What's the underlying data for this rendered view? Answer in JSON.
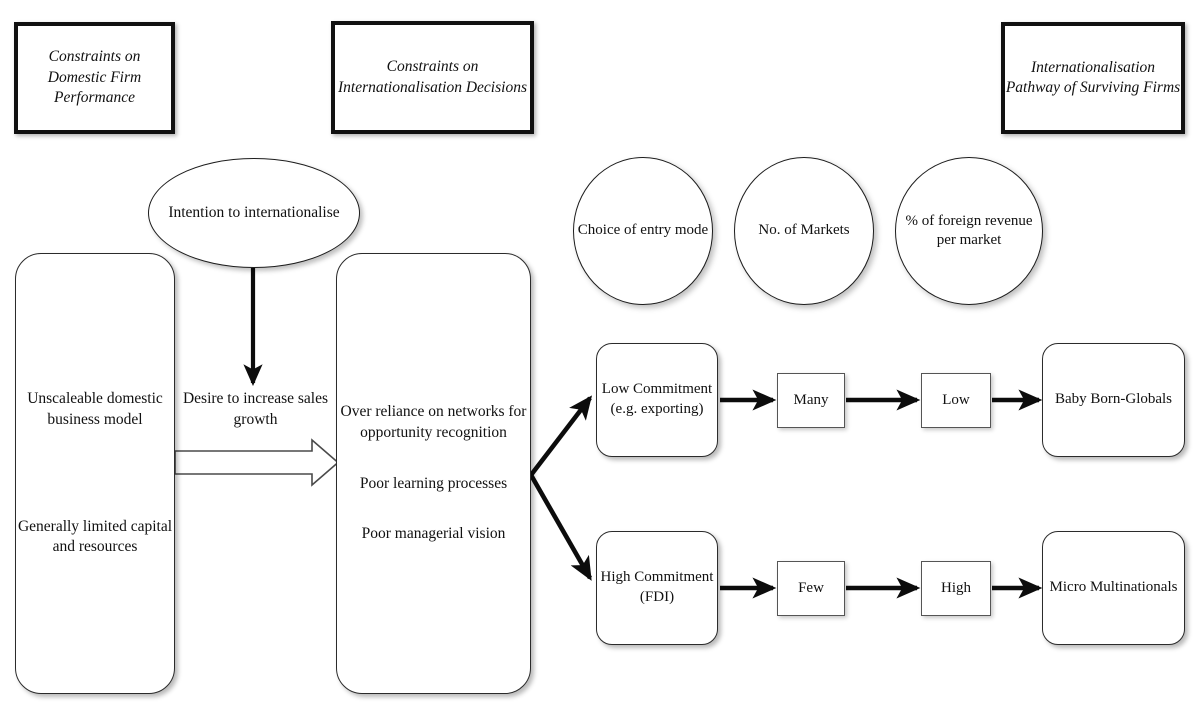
{
  "diagram": {
    "title_banners": [
      {
        "id": "constraints-domestic",
        "label": "Constraints on Domestic Firm Performance"
      },
      {
        "id": "constraints-intl",
        "label": "Constraints on Internationalisation Decisions"
      },
      {
        "id": "intl-pathway",
        "label": "Internationalisation Pathway of Surviving Firms"
      }
    ],
    "ellipse": {
      "label": "Intention to internationalise"
    },
    "domestic_constraints": {
      "items": [
        "Unscaleable domestic business model",
        "Generally limited capital and resources"
      ]
    },
    "bridge_label": "Desire to increase sales growth",
    "intl_constraints": {
      "items": [
        "Over reliance on networks for opportunity recognition",
        "Poor learning processes",
        "Poor managerial vision"
      ]
    },
    "decision_circles": [
      {
        "id": "entry-mode",
        "label": "Choice of entry mode"
      },
      {
        "id": "no-of-markets",
        "label": "No. of Markets"
      },
      {
        "id": "foreign-revenue",
        "label": "% of foreign revenue per market"
      }
    ],
    "pathways": [
      {
        "id": "low-commitment-path",
        "commitment": "Low Commitment (e.g. exporting)",
        "markets": "Many",
        "revenue": "Low",
        "outcome": "Baby Born-Globals"
      },
      {
        "id": "high-commitment-path",
        "commitment": "High Commitment (FDI)",
        "markets": "Few",
        "revenue": "High",
        "outcome": "Micro Multinationals"
      }
    ],
    "colors": {
      "stroke": "#111111",
      "background": "#ffffff",
      "text": "#111111"
    }
  }
}
